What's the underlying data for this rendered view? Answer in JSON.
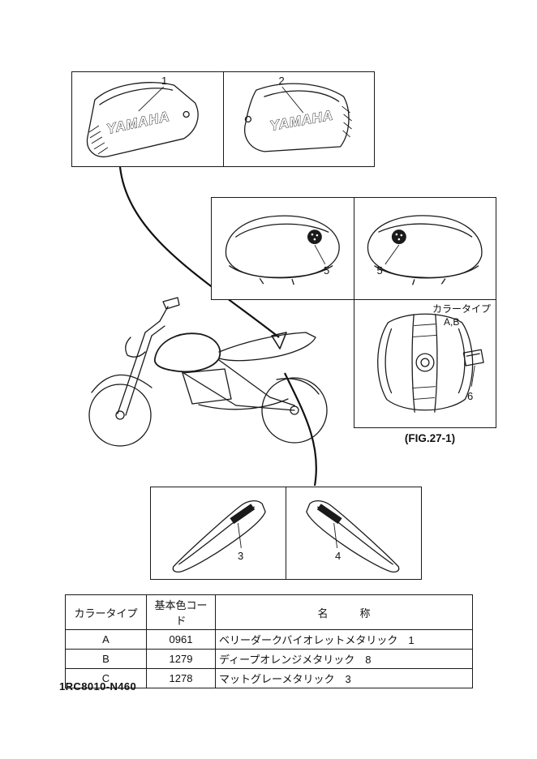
{
  "doc": {
    "code": "1RC8010-N460",
    "fig_ref": "(FIG.27-1)",
    "logo_text": "YAMAHA",
    "color_type_note": {
      "line1": "カラータイプ",
      "line2": "A,B"
    }
  },
  "callouts": {
    "c1": "1",
    "c2": "2",
    "c3": "3",
    "c4": "4",
    "c5": "5",
    "c6": "6"
  },
  "table": {
    "headers": {
      "color_type": "カラータイプ",
      "color_code": "基本色コード",
      "name": "名　　　称"
    },
    "rows": [
      {
        "type": "A",
        "code": "0961",
        "name": "ベリーダークバイオレットメタリック　1"
      },
      {
        "type": "B",
        "code": "1279",
        "name": "ディープオレンジメタリック　8"
      },
      {
        "type": "C",
        "code": "1278",
        "name": "マットグレーメタリック　3"
      }
    ]
  }
}
